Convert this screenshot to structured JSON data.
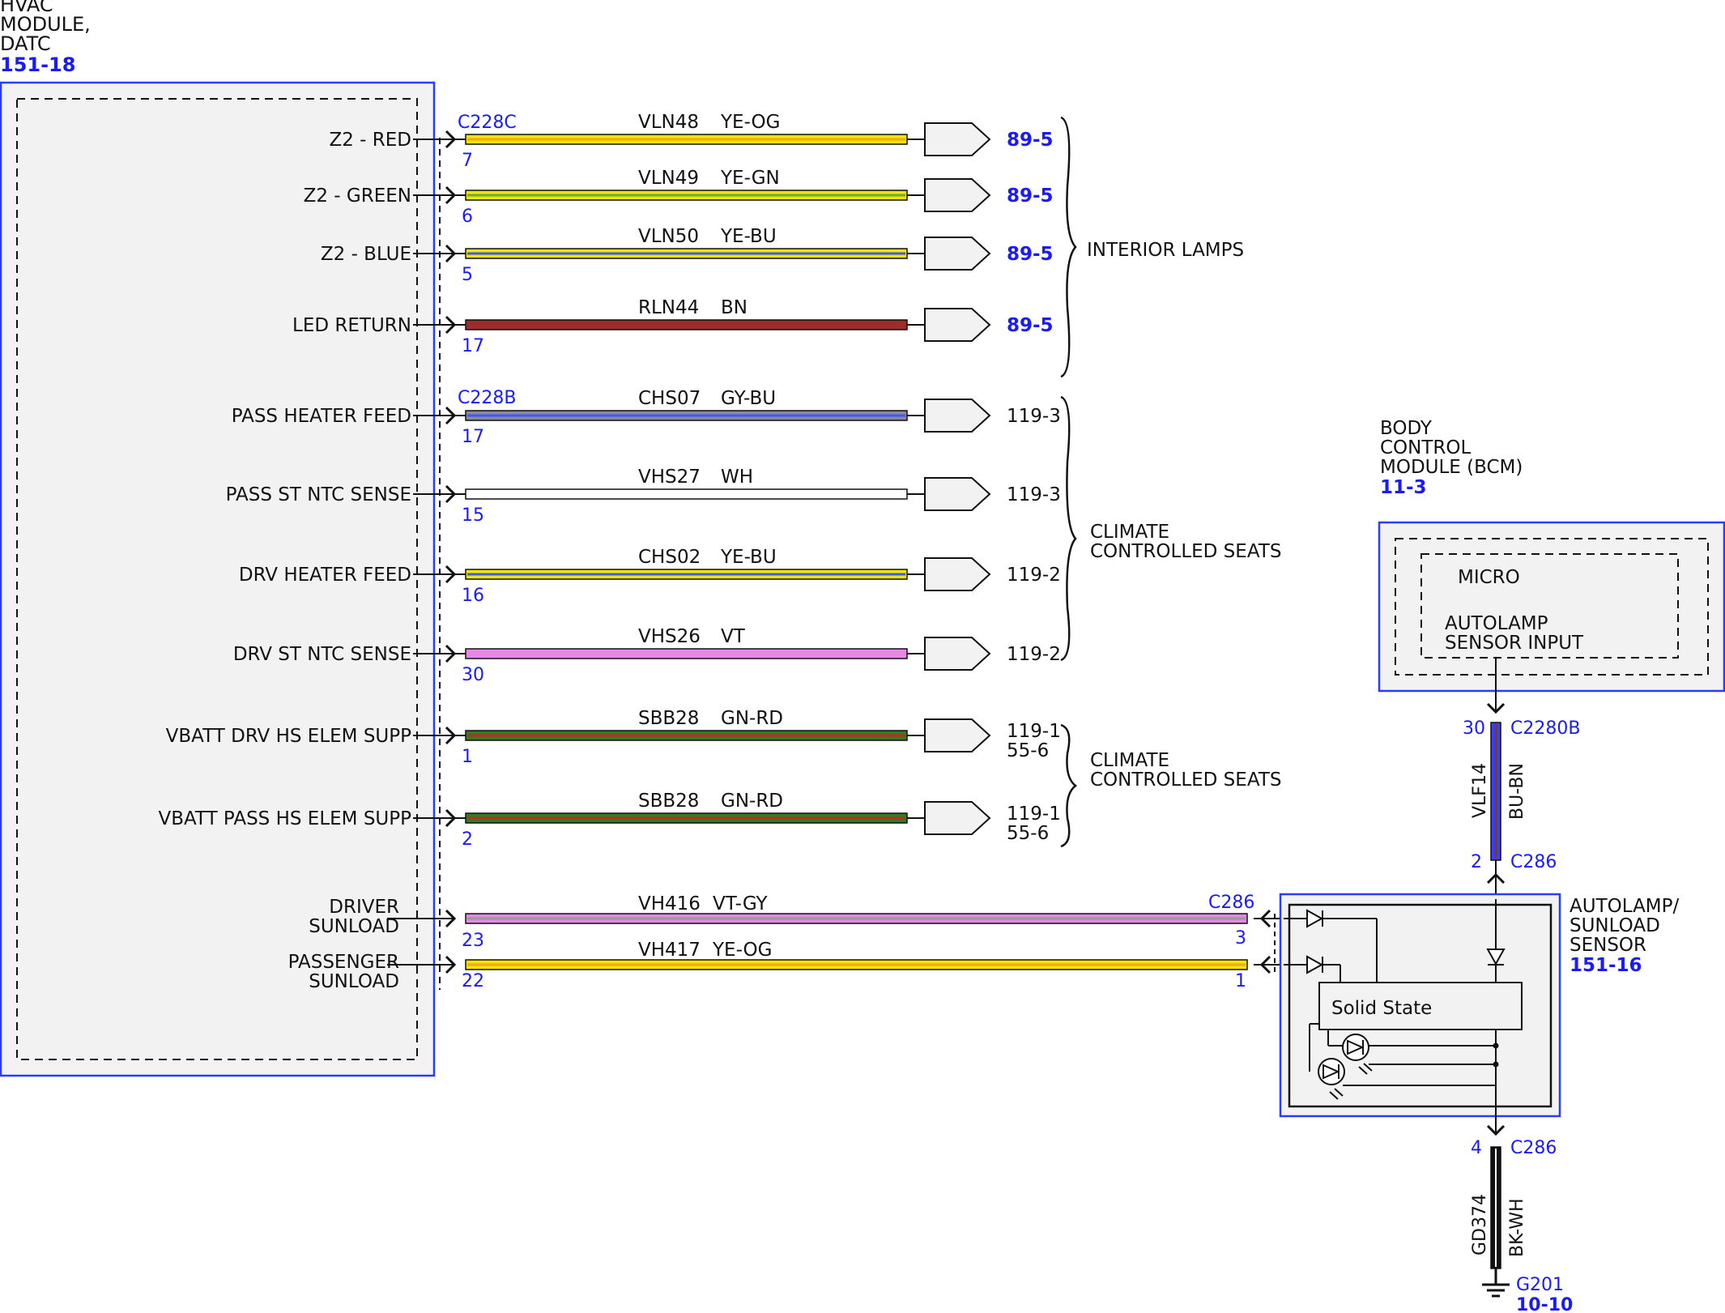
{
  "hvac": {
    "title_lines": [
      "HVAC",
      "MODULE,",
      "DATC"
    ],
    "ref": "151-18"
  },
  "connectors": {
    "c228c": "C228C",
    "c228b": "C228B"
  },
  "pins": [
    {
      "label": "Z2 - RED",
      "pin": "7",
      "circuit": "VLN48",
      "color_code": "YE-OG",
      "dest": "89-5",
      "dest_bold": true,
      "colors": [
        "#f2e600",
        "#f5a623"
      ]
    },
    {
      "label": "Z2 - GREEN",
      "pin": "6",
      "circuit": "VLN49",
      "color_code": "YE-GN",
      "dest": "89-5",
      "dest_bold": true,
      "colors": [
        "#f2e600",
        "#6aa84f"
      ]
    },
    {
      "label": "Z2 - BLUE",
      "pin": "5",
      "circuit": "VLN50",
      "color_code": "YE-BU",
      "dest": "89-5",
      "dest_bold": true,
      "colors": [
        "#f2e600",
        "#3d5afe"
      ]
    },
    {
      "label": "LED RETURN",
      "pin": "17",
      "circuit": "RLN44",
      "color_code": "BN",
      "dest": "89-5",
      "dest_bold": true,
      "colors": [
        "#9b2d2d",
        "#9b2d2d"
      ]
    },
    {
      "label": "PASS HEATER FEED",
      "pin": "17",
      "circuit": "CHS07",
      "color_code": "GY-BU",
      "dest": "119-3",
      "dest_bold": false,
      "colors": [
        "#8a8a9a",
        "#3d5afe"
      ]
    },
    {
      "label": "PASS ST NTC SENSE",
      "pin": "15",
      "circuit": "VHS27",
      "color_code": "WH",
      "dest": "119-3",
      "dest_bold": false,
      "colors": [
        "#ffffff",
        "#ffffff"
      ]
    },
    {
      "label": "DRV HEATER FEED",
      "pin": "16",
      "circuit": "CHS02",
      "color_code": "YE-BU",
      "dest": "119-2",
      "dest_bold": false,
      "colors": [
        "#f2e600",
        "#3d5afe"
      ]
    },
    {
      "label": "DRV ST NTC SENSE",
      "pin": "30",
      "circuit": "VHS26",
      "color_code": "VT",
      "dest": "119-2",
      "dest_bold": false,
      "colors": [
        "#e787e7",
        "#e787e7"
      ]
    },
    {
      "label": "VBATT DRV HS ELEM SUPP",
      "pin": "1",
      "circuit": "SBB28",
      "color_code": "GN-RD",
      "dest": "119-1",
      "dest2": "55-6",
      "dest_bold": false,
      "colors": [
        "#2e7d1e",
        "#c62828"
      ]
    },
    {
      "label": "VBATT PASS HS ELEM SUPP",
      "pin": "2",
      "circuit": "SBB28",
      "color_code": "GN-RD",
      "dest": "119-1",
      "dest2": "55-6",
      "dest_bold": false,
      "colors": [
        "#2e7d1e",
        "#c62828"
      ]
    }
  ],
  "groups": {
    "interior_lamps": "INTERIOR LAMPS",
    "climate_seats_1": [
      "CLIMATE",
      "CONTROLLED SEATS"
    ],
    "climate_seats_2": [
      "CLIMATE",
      "CONTROLLED SEATS"
    ]
  },
  "sunload": [
    {
      "label_lines": [
        "DRIVER",
        "SUNLOAD"
      ],
      "pin": "23",
      "circuit": "VH416",
      "color_code": "VT-GY",
      "sensor_pin": "3",
      "connector": "C286",
      "colors": [
        "#e787e7",
        "#9a9a9a"
      ]
    },
    {
      "label_lines": [
        "PASSENGER",
        "SUNLOAD"
      ],
      "pin": "22",
      "circuit": "VH417",
      "color_code": "YE-OG",
      "sensor_pin": "1",
      "connector": "",
      "colors": [
        "#f2e600",
        "#f5a623"
      ]
    }
  ],
  "bcm": {
    "title_lines": [
      "BODY",
      "CONTROL",
      "MODULE (BCM)"
    ],
    "ref": "11-3",
    "micro": "MICRO",
    "input_lines": [
      "AUTOLAMP",
      "SENSOR INPUT"
    ],
    "pin": "30",
    "connector": "C2280B"
  },
  "vlf_wire": {
    "circuit": "VLF14",
    "color_code": "BU-BN",
    "pin_bottom": "2",
    "connector_bottom": "C286"
  },
  "sensor": {
    "title_lines": [
      "AUTOLAMP/",
      "SUNLOAD",
      "SENSOR"
    ],
    "ref": "151-16",
    "solid_state": "Solid State"
  },
  "ground_wire": {
    "pin": "4",
    "connector": "C286",
    "circuit": "GD374",
    "color_code": "BK-WH",
    "ground": "G201",
    "ground_ref": "10-10"
  },
  "colors": {
    "link_blue": "#1a1aff",
    "box_blue": "#2a3cff",
    "module_fill": "#f2f2f2"
  }
}
